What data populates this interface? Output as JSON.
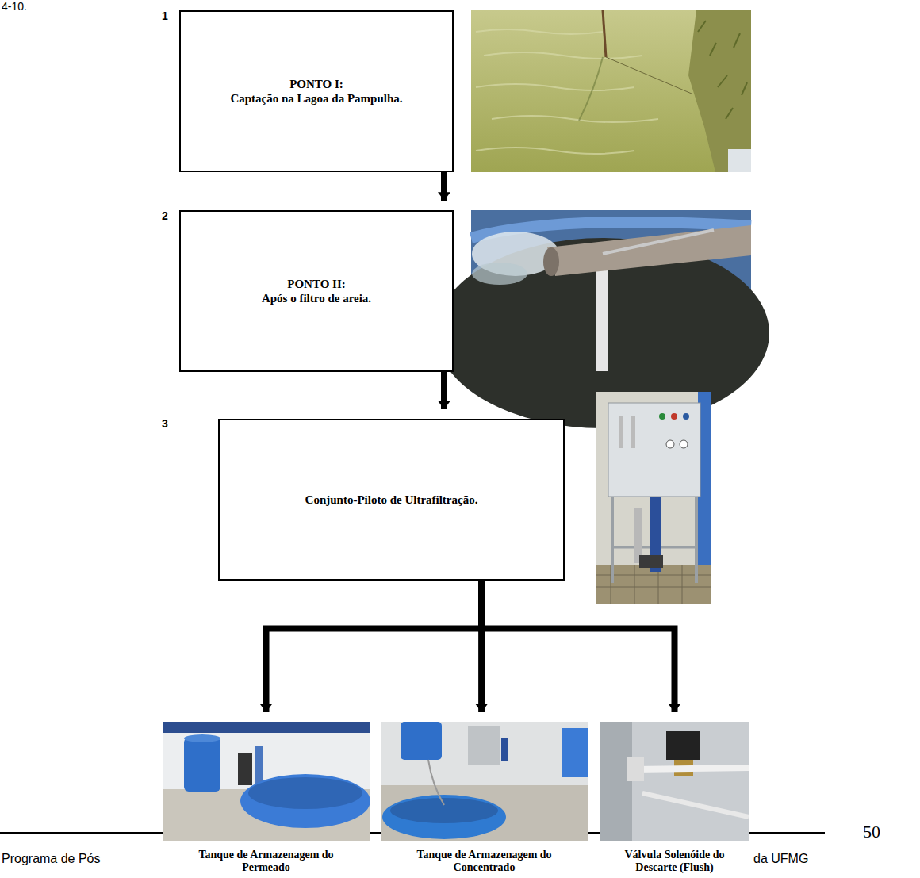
{
  "diagram": {
    "nodes": [
      {
        "text": [
          "PONTO I:",
          "Captação na Lagoa da Pampulha."
        ]
      },
      {
        "text": [
          "PONTO II:",
          "Após o filtro de areia."
        ]
      },
      {
        "text": [
          "Conjunto-Piloto de Ultrafiltração."
        ]
      },
      {
        "text": [
          "Tanque de Armazenagem do Permeado"
        ]
      },
      {
        "text": [
          "Tanque de Armazenagem do Concentrado"
        ]
      },
      {
        "text": [
          "Válvula Solenóide do Descarte (Flush)"
        ]
      }
    ],
    "edges": [
      {
        "from": 0,
        "to": 1,
        "arrow": "to"
      },
      {
        "from": 1,
        "to": 2,
        "arrow": "to"
      },
      {
        "from": 2,
        "to": 3,
        "arrow": "to"
      },
      {
        "from": 2,
        "to": 4,
        "arrow": "to"
      },
      {
        "from": 2,
        "to": 5,
        "arrow": "to"
      }
    ],
    "labels": [
      "4-10.",
      "1",
      "2",
      "3",
      "Programa de Pós",
      "da UFMG",
      "50"
    ]
  }
}
